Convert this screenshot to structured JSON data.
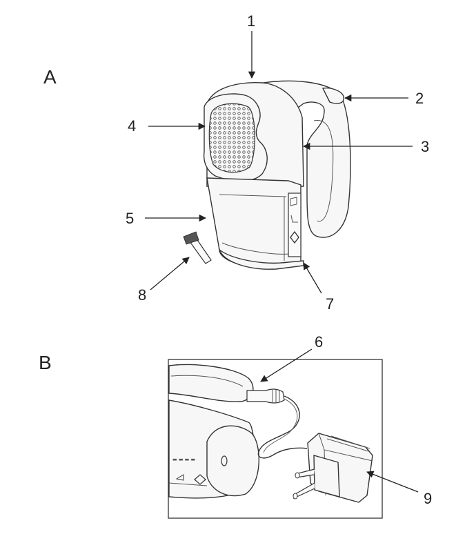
{
  "sections": {
    "a": "A",
    "b": "B"
  },
  "callouts": {
    "c1": "1",
    "c2": "2",
    "c3": "3",
    "c4": "4",
    "c5": "5",
    "c6": "6",
    "c7": "7",
    "c8": "8",
    "c9": "9"
  },
  "icons": [
    "lint-remover-device",
    "cleaning-brush",
    "power-adapter",
    "cable-plug"
  ]
}
